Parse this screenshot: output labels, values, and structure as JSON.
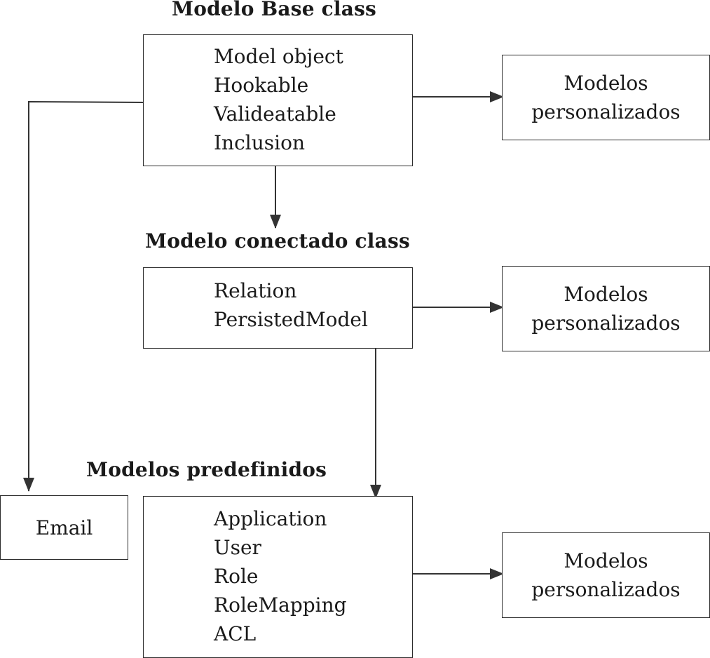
{
  "titles": {
    "base": "Modelo Base class",
    "connected": "Modelo conectado class",
    "predefined": "Modelos predefinidos"
  },
  "base_class": {
    "items": [
      "Model object",
      "Hookable",
      "Valideatable",
      "Inclusion"
    ]
  },
  "connected_class": {
    "items": [
      "Relation",
      "PersistedModel"
    ]
  },
  "predefined_models": {
    "items": [
      "Application",
      "User",
      "Role",
      "RoleMapping",
      "ACL"
    ]
  },
  "custom_models": {
    "label": "Modelos\npersonalizados"
  },
  "email": {
    "label": "Email"
  },
  "colors": {
    "line": "#333333",
    "border": "#2b2b2b",
    "text": "#1a1a1a"
  }
}
